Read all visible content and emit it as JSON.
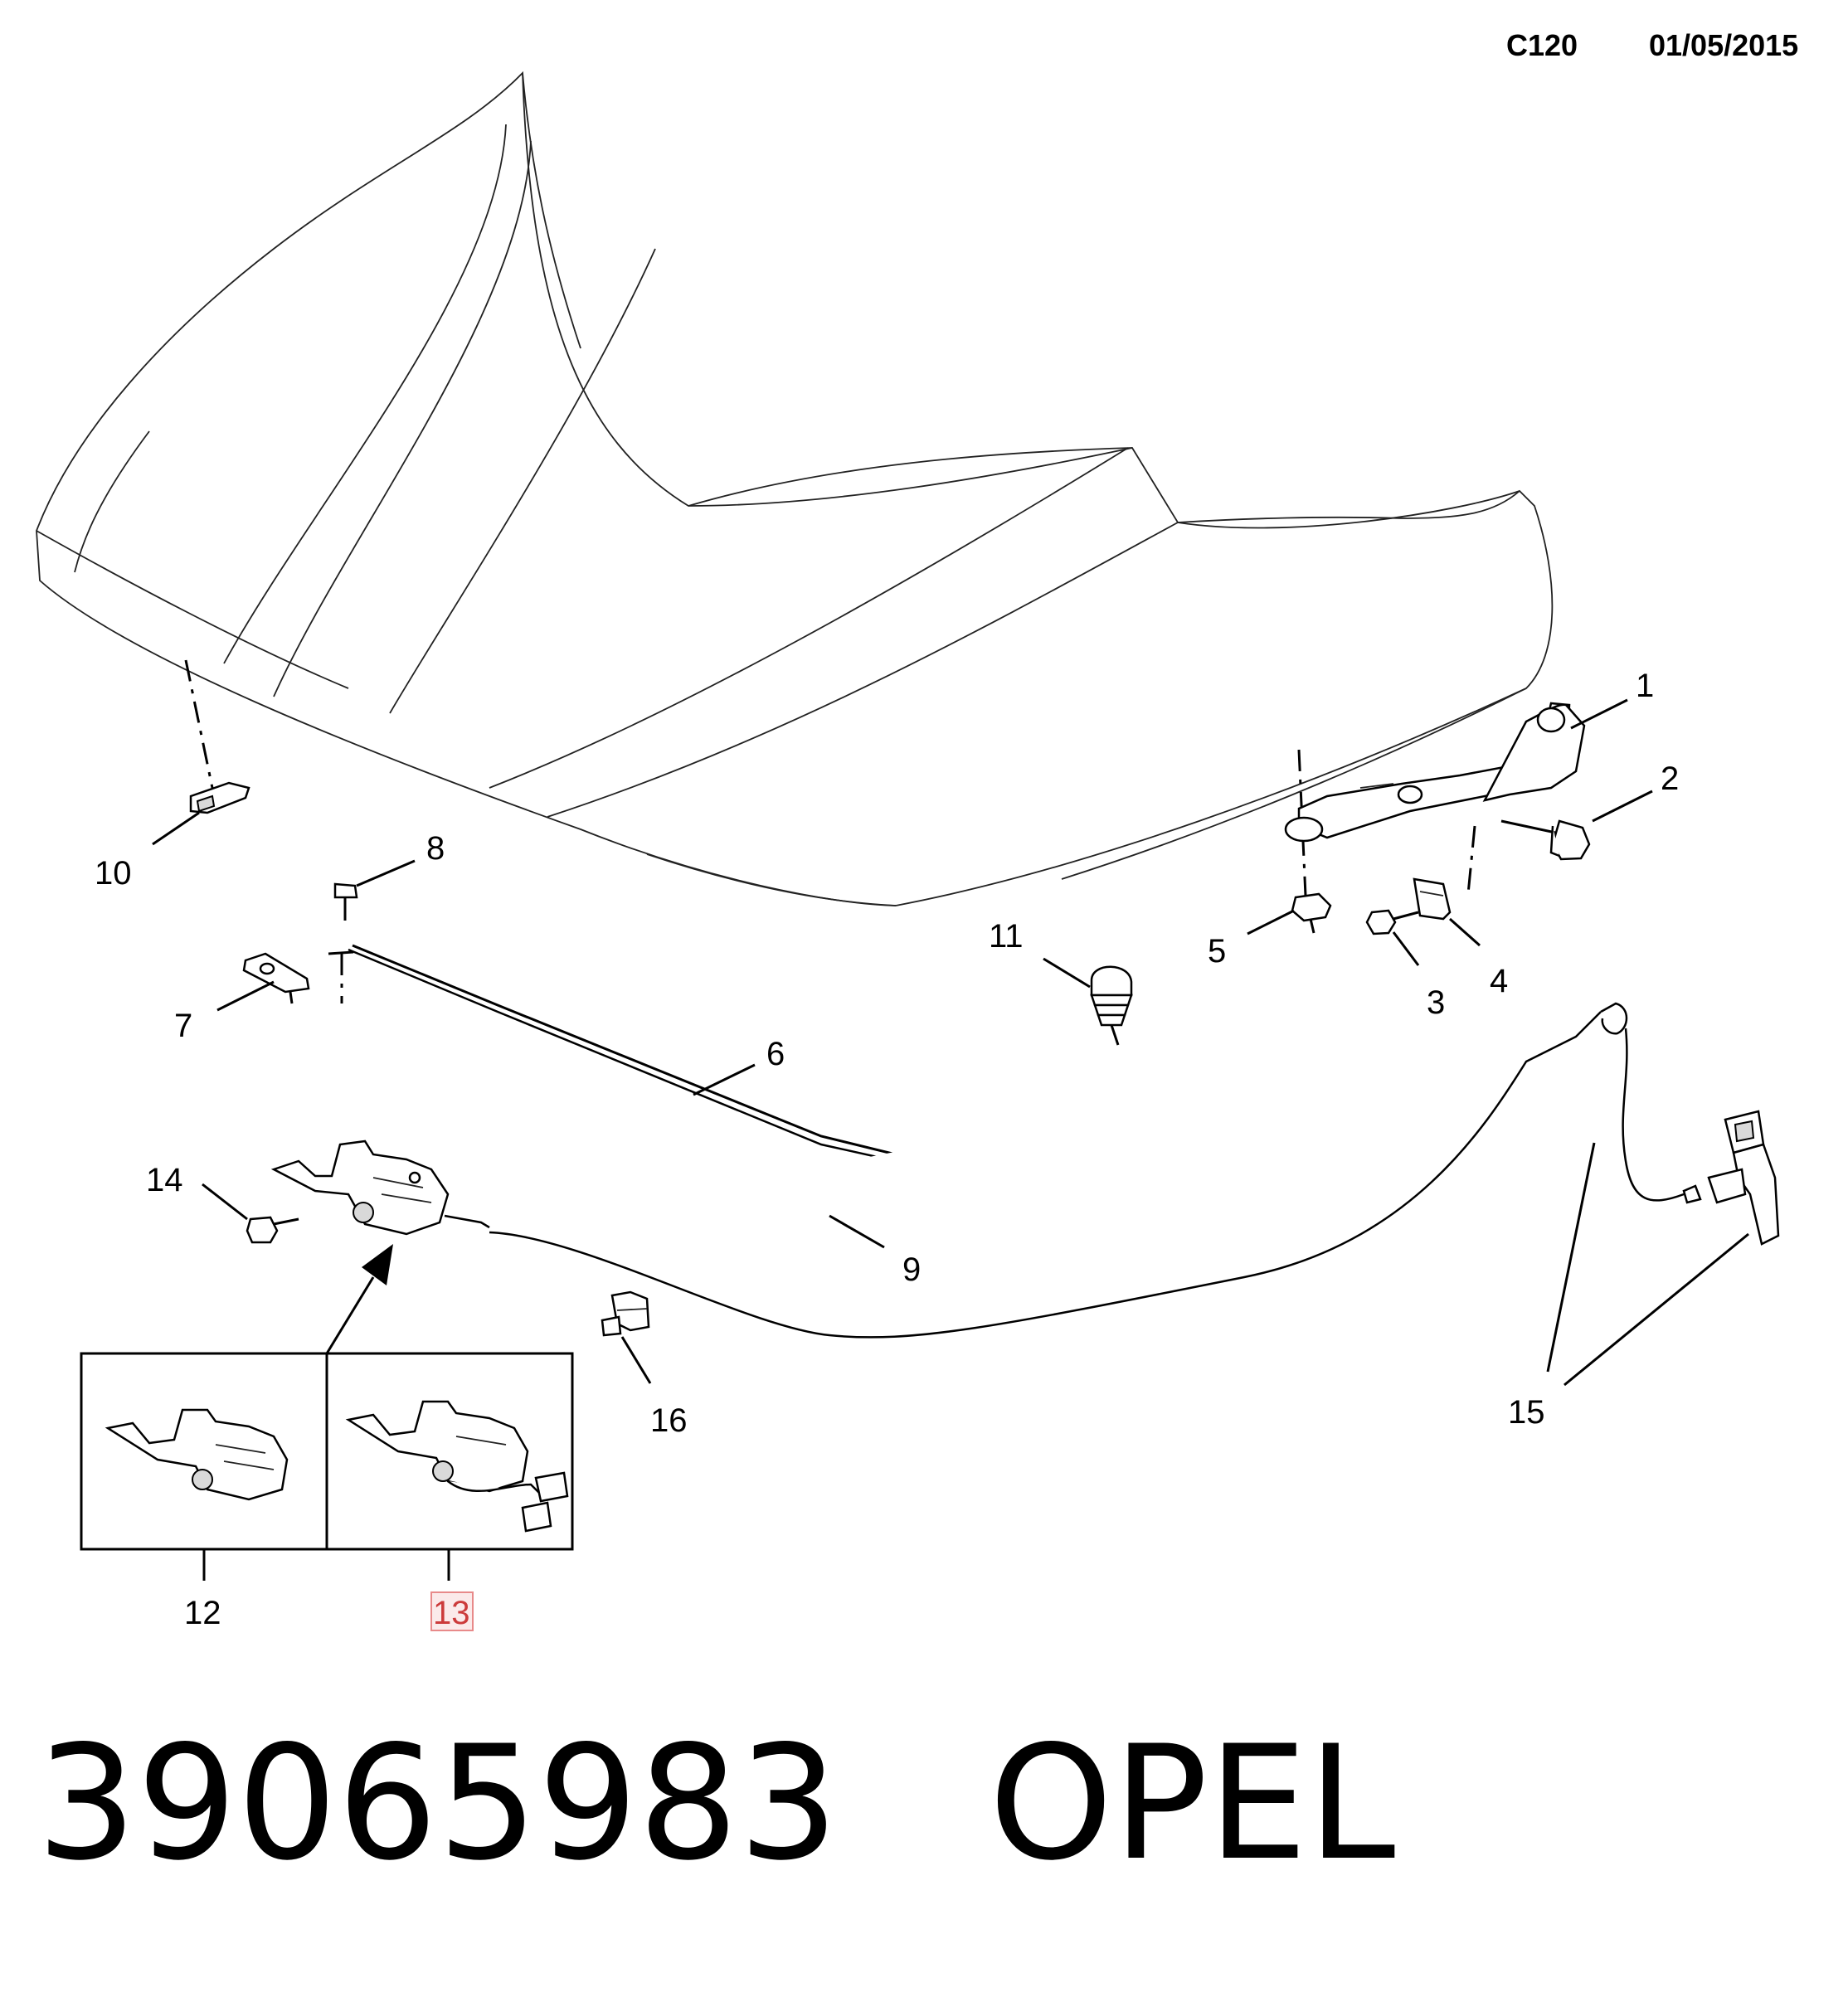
{
  "header": {
    "code": "C120",
    "date": "01/05/2015"
  },
  "callouts": [
    "1",
    "2",
    "3",
    "4",
    "5",
    "6",
    "7",
    "8",
    "9",
    "10",
    "11",
    "12",
    "13",
    "14",
    "15",
    "16"
  ],
  "highlighted_callout": "13",
  "footer": {
    "part_number": "39065983",
    "brand": "OPEL"
  },
  "colors": {
    "line": "#000000",
    "highlight_box": "#e88a8a",
    "highlight_text": "#cc3b3b",
    "background": "#ffffff"
  }
}
